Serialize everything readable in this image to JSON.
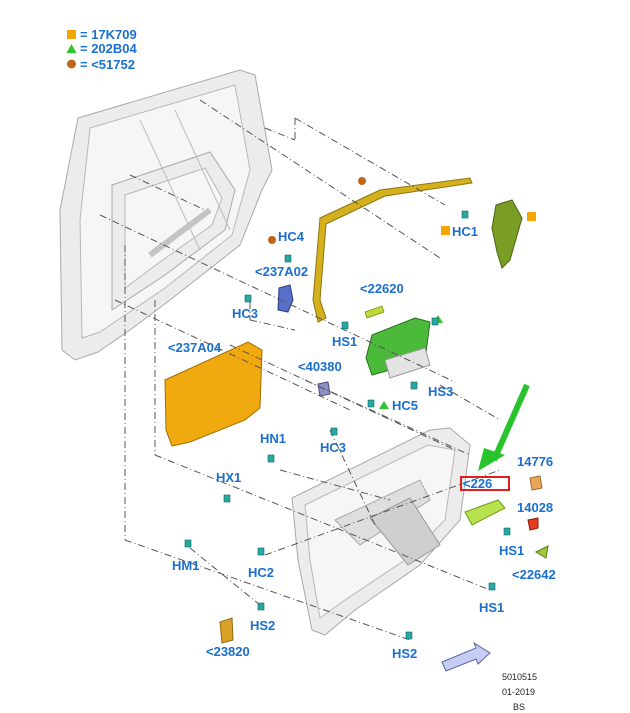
{
  "legend": [
    {
      "symbol": "square",
      "color": "#f5a500",
      "text": "= 17K709"
    },
    {
      "symbol": "triangle",
      "color": "#2fc42f",
      "text": "= 202B04"
    },
    {
      "symbol": "circle",
      "color": "#c0661a",
      "text": "= <51752"
    }
  ],
  "labels": {
    "hc4": "HC4",
    "l237a02": "<237A02",
    "hc3_top": "HC3",
    "hc1": "HC1",
    "l22620": "<22620",
    "hs1_top": "HS1",
    "l237a04": "<237A04",
    "l40380": "<40380",
    "hs3": "HS3",
    "hc5": "HC5",
    "hc3_mid": "HC3",
    "hn1": "HN1",
    "l14776": "14776",
    "l226xx": "<226",
    "hx1": "HX1",
    "l14028": "14028",
    "hs1_mid": "HS1",
    "l22642": "<22642",
    "hm1": "HM1",
    "hc2": "HC2",
    "hs1_bot": "HS1",
    "hs2_left": "HS2",
    "l23820": "<23820",
    "hs2_right": "HS2"
  },
  "footer": {
    "code": "5010515",
    "date": "01-2019",
    "initials": "BS"
  }
}
